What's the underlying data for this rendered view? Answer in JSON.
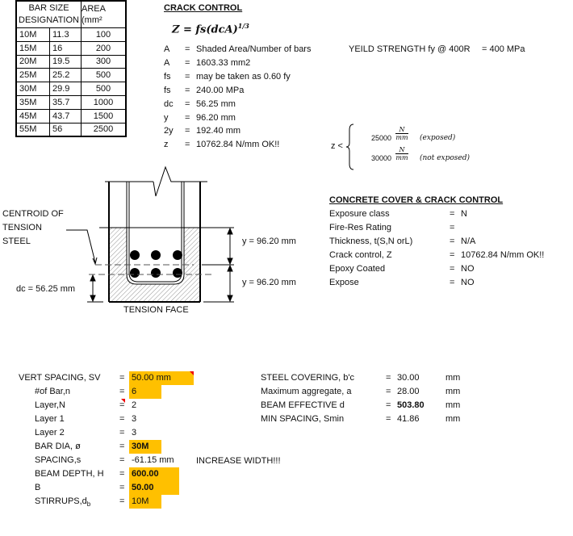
{
  "bar_table": {
    "header_bar_size": "BAR SIZE",
    "header_designation": "DESIGNATION",
    "header_area": "AREA (mm²",
    "rows": [
      [
        "10M",
        "11.3",
        "100"
      ],
      [
        "15M",
        "16",
        "200"
      ],
      [
        "20M",
        "19.5",
        "300"
      ],
      [
        "25M",
        "25.2",
        "500"
      ],
      [
        "30M",
        "29.9",
        "500"
      ],
      [
        "35M",
        "35.7",
        "1000"
      ],
      [
        "45M",
        "43.7",
        "1500"
      ],
      [
        "55M",
        "56",
        "2500"
      ]
    ]
  },
  "crack": {
    "title": "CRACK CONTROL",
    "formula": "Z = fs(dcA)^1/3",
    "rows": [
      [
        "A",
        "=",
        "Shaded Area/Number of bars"
      ],
      [
        "A",
        "=",
        "1603.33 mm2"
      ],
      [
        "fs",
        "=",
        "may be taken as 0.60 fy"
      ],
      [
        "fs",
        "=",
        "240.00 MPa"
      ],
      [
        "dc",
        "=",
        "56.25 mm"
      ],
      [
        "y",
        "=",
        "96.20 mm"
      ],
      [
        "2y",
        "=",
        "192.40 mm"
      ],
      [
        "z",
        "=",
        "10762.84 N/mm    OK!!"
      ]
    ],
    "yield_label": "YEILD STRENGTH fy @ 400R",
    "yield_value": "=   400 MPa",
    "limit_label": "z  <",
    "limit_exposed_value": "25000",
    "limit_exposed_note": "(exposed)",
    "limit_not_exposed_value": "30000",
    "limit_not_exposed_note": "(not exposed)",
    "unit_num": "N",
    "unit_den": "mm"
  },
  "cover": {
    "title": "CONCRETE COVER & CRACK CONTROL",
    "rows": [
      [
        "Exposure class",
        "=",
        "N"
      ],
      [
        "Fire-Res Rating",
        "=",
        ""
      ],
      [
        "Thickness, t(S,N orL)",
        "=",
        "N/A"
      ],
      [
        "Crack control, Z",
        "=",
        "10762.84  N/mm  OK!!"
      ],
      [
        "Epoxy Coated",
        "=",
        "NO"
      ],
      [
        "Expose",
        "=",
        "NO"
      ]
    ]
  },
  "diagram": {
    "centroid_label_1": "CENTROID OF",
    "centroid_label_2": "TENSION",
    "centroid_label_3": "STEEL",
    "y_upper": "y = 96.20 mm",
    "y_lower": "y = 96.20 mm",
    "dc_label": "dc = 56.25 mm",
    "tension_face": "TENSION FACE"
  },
  "inputs": {
    "rows": [
      {
        "label": "VERT SPACING, SV",
        "eq": "=",
        "value": "50.00 mm"
      },
      {
        "label": "#of Bar,n",
        "eq": "=",
        "value": "6"
      },
      {
        "label": "Layer,N",
        "eq": "=",
        "value": "2"
      },
      {
        "label": "Layer 1",
        "eq": "=",
        "value": "3"
      },
      {
        "label": "Layer 2",
        "eq": "=",
        "value": "3"
      },
      {
        "label": "BAR DIA, ø",
        "eq": "=",
        "value": "30M"
      },
      {
        "label": "SPACING,s",
        "eq": "=",
        "value": "-61.15 mm"
      },
      {
        "label": "BEAM DEPTH, H",
        "eq": "=",
        "value": "600.00"
      },
      {
        "label": "B",
        "eq": "=",
        "value": "50.00"
      },
      {
        "label": "STIRRUPS,d",
        "sub": "b",
        "eq": "=",
        "value": "10M"
      }
    ],
    "warning": "INCREASE WIDTH!!!",
    "highlight_color": "#ffc000"
  },
  "steel": {
    "rows": [
      {
        "label": "STEEL COVERING, b'c",
        "eq": "=",
        "value": "30.00",
        "unit": "mm"
      },
      {
        "label": "Maximum aggregate, a",
        "eq": "=",
        "value": "28.00",
        "unit": "mm"
      },
      {
        "label": "BEAM EFFECTIVE d",
        "eq": "=",
        "value": "503.80",
        "unit": "mm"
      },
      {
        "label": "MIN SPACING, Smin",
        "eq": "=",
        "value": "41.86",
        "unit": "mm"
      }
    ]
  }
}
